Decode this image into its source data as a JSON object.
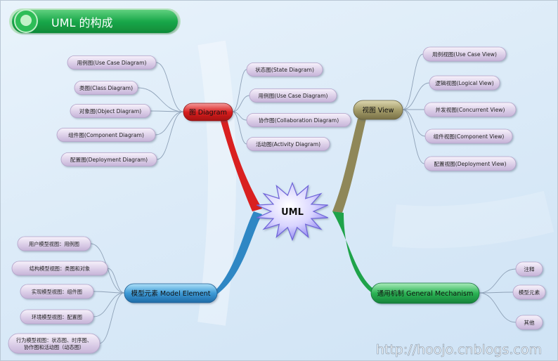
{
  "title": "UML  的构成",
  "center": "UML",
  "watermark": "http://hoojo.cnblogs.com",
  "colors": {
    "diagram": "#d92020",
    "view": "#8f8758",
    "model": "#2f87c4",
    "mechanism": "#1fa34a",
    "leaf": "#d9cde6",
    "header": "#1aa84a"
  },
  "branches": {
    "diagram": {
      "label": "图 Diagram",
      "left_items": [
        "用例图(Use Case Diagram)",
        "类图(Class Diagram)",
        "对象图(Object Diagram)",
        "组件图(Component Diagram)",
        "配置图(Deployment Diagram)"
      ],
      "right_items": [
        "状态图(State Diagram)",
        "用例图(Use Case Diagram)",
        "协作图(Collaboration Diagram)",
        "活动图(Activity Diagram)"
      ]
    },
    "view": {
      "label": "视图  View",
      "items": [
        "用例视图(Use Case View)",
        "逻辑视图(Logical View)",
        "并发视图(Concurrent View)",
        "组件视图(Component View)",
        "配置视图(Deployment View)"
      ]
    },
    "model": {
      "label": "模型元素  Model  Element",
      "items": [
        "用户模型视图：用例图",
        "结构模型视图：类图和对象",
        "实现模型视图：组件图",
        "环境模型视图：配置图"
      ],
      "last_item": [
        "行为模型视图：状态图、时序图、",
        "协作图和活动图（动态图）"
      ]
    },
    "mechanism": {
      "label": "通用机制  General  Mechanism",
      "items": [
        "注释",
        "模型元素",
        "其他"
      ]
    }
  }
}
